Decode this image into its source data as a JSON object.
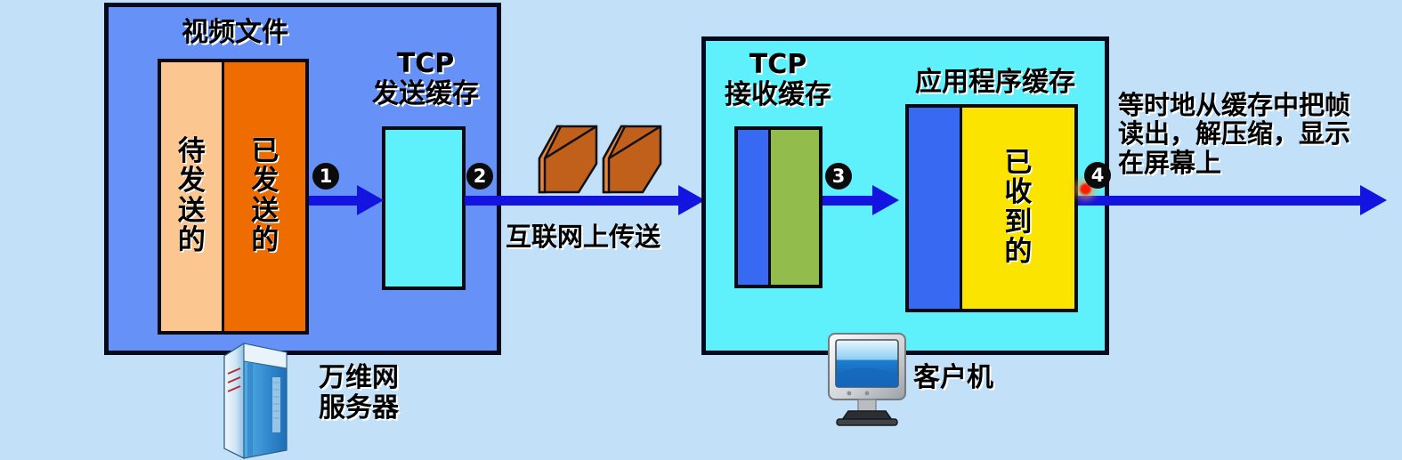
{
  "diagram": {
    "title_hidden": "",
    "background_color": "#c2e0f7"
  },
  "server_panel": {
    "fill_color": "#6691f7",
    "video_file_label": "视频文件",
    "video_file": {
      "pending_text": "待\n发\n送\n的",
      "pending_color": "#fcc690",
      "sent_text": "已\n发\n送\n的",
      "sent_color": "#ef6c00"
    },
    "tcp_send_label": "TCP\n发送缓存",
    "tcp_send_color": "#5ef1fb",
    "device_label": "万维网\n服务器",
    "device_icon": "server-tower-icon"
  },
  "network": {
    "label": "互联网上传送",
    "packet_color": "#c0601a",
    "packet_count": 2
  },
  "client_panel": {
    "fill_color": "#5ef1fb",
    "tcp_recv_label": "TCP\n接收缓存",
    "tcp_recv": {
      "blue_color": "#3769f2",
      "green_color": "#92bd4c"
    },
    "app_buffer_label": "应用程序缓存",
    "app_buffer": {
      "blue_color": "#3769f2",
      "received_text": "已\n收\n到\n的",
      "received_color": "#fbe400"
    },
    "device_label": "客户机",
    "device_icon": "crt-monitor-icon"
  },
  "output_note": "等时地从缓存中把帧\n读出，解压缩，显示\n在屏幕上",
  "steps": [
    {
      "id": 1,
      "symbol": "1"
    },
    {
      "id": 2,
      "symbol": "2"
    },
    {
      "id": 3,
      "symbol": "3"
    },
    {
      "id": 4,
      "symbol": "4"
    }
  ],
  "marker": {
    "name": "red-dot-marker",
    "color": "#ff1a00"
  },
  "arrow_color": "#1414e0"
}
